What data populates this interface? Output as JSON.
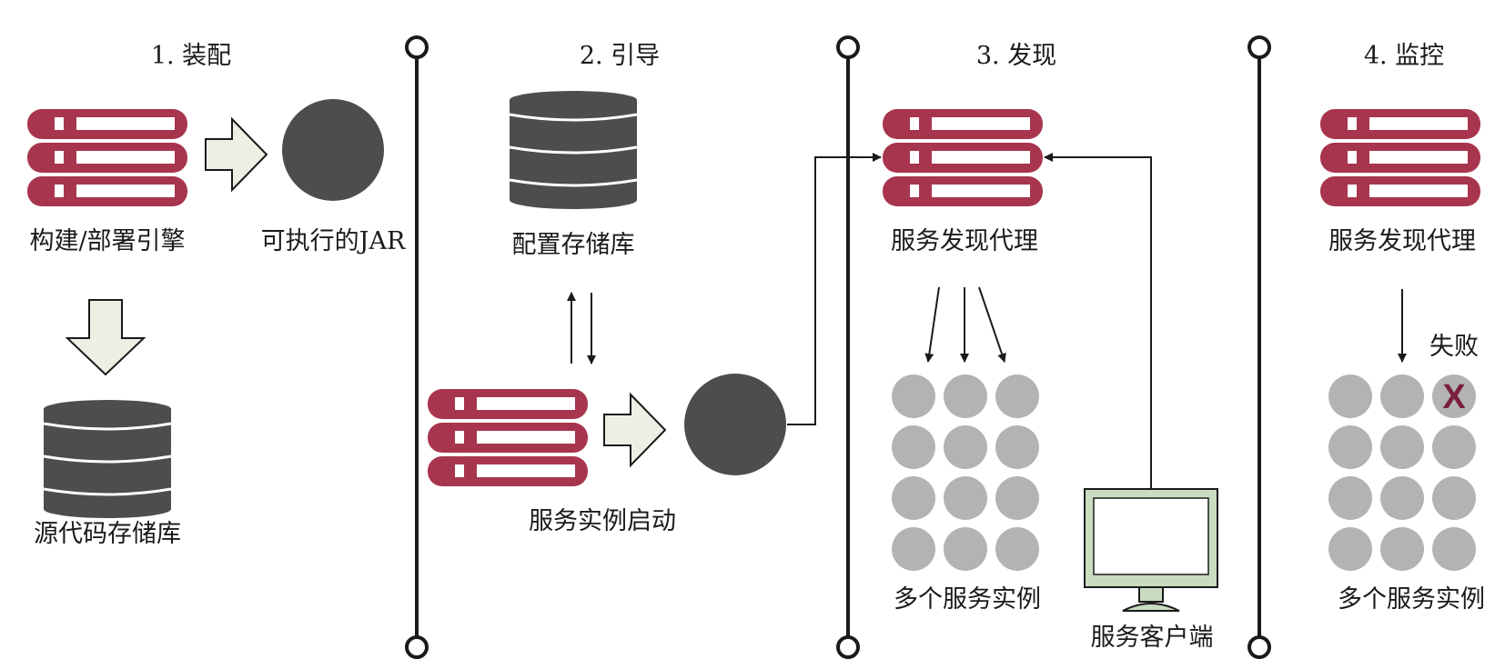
{
  "stages": [
    {
      "title": "1. 装配"
    },
    {
      "title": "2. 引导"
    },
    {
      "title": "3. 发现"
    },
    {
      "title": "4. 监控"
    }
  ],
  "labels": {
    "build_deploy_engine": "构建/部署引擎",
    "executable_jar": "可执行的JAR",
    "source_repo": "源代码存储库",
    "config_repo": "配置存储库",
    "service_instance_start": "服务实例启动",
    "discovery_agent_3": "服务发现代理",
    "multiple_instances_3": "多个服务实例",
    "service_client": "服务客户端",
    "discovery_agent_4": "服务发现代理",
    "failure": "失败",
    "multiple_instances_4": "多个服务实例",
    "failed_mark": "X"
  },
  "colors": {
    "server_red": "#a8354e",
    "db_dark": "#4d4d4f",
    "instance_gray": "#b3b3b3",
    "monitor_green": "#c9dcc0",
    "arrow_fill": "#eeeee5",
    "line": "#1a1a1a"
  },
  "icons": [
    "server-stack-icon",
    "database-icon",
    "jar-circle-icon",
    "hollow-arrow-icon",
    "monitor-icon",
    "instance-node-icon"
  ]
}
